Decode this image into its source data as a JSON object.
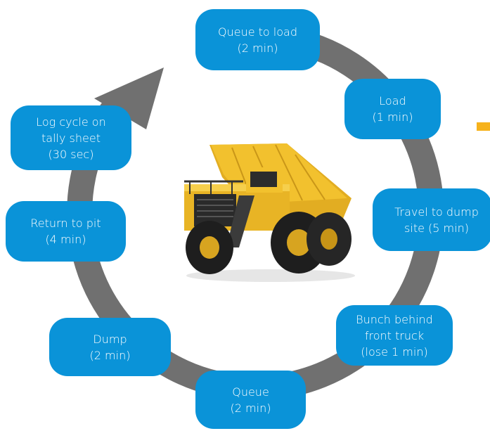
{
  "steps": [
    {
      "id": "queue-to-load",
      "lines": [
        "Queue to load",
        "(2 min)"
      ]
    },
    {
      "id": "load",
      "lines": [
        "Load",
        "(1 min)"
      ]
    },
    {
      "id": "travel-to-dump",
      "lines": [
        "Travel to dump",
        "site (5 min)"
      ]
    },
    {
      "id": "bunch-behind",
      "lines": [
        "Bunch behind",
        "front truck",
        "(lose 1 min)"
      ]
    },
    {
      "id": "queue",
      "lines": [
        "Queue",
        "(2 min)"
      ]
    },
    {
      "id": "dump",
      "lines": [
        "Dump",
        "(2 min)"
      ]
    },
    {
      "id": "return-to-pit",
      "lines": [
        "Return to pit",
        "(4 min)"
      ]
    },
    {
      "id": "log-cycle",
      "lines": [
        "Log cycle on",
        "tally sheet",
        "(30 sec)"
      ]
    }
  ],
  "colors": {
    "step_fill": "#0a93d8",
    "ring": "#707070",
    "accent": "#f6b21c",
    "truck_body": "#f2c12e"
  },
  "icons": {
    "center_image": "mining-haul-truck-icon",
    "cycle_arrow": "circular-arrow-icon"
  }
}
